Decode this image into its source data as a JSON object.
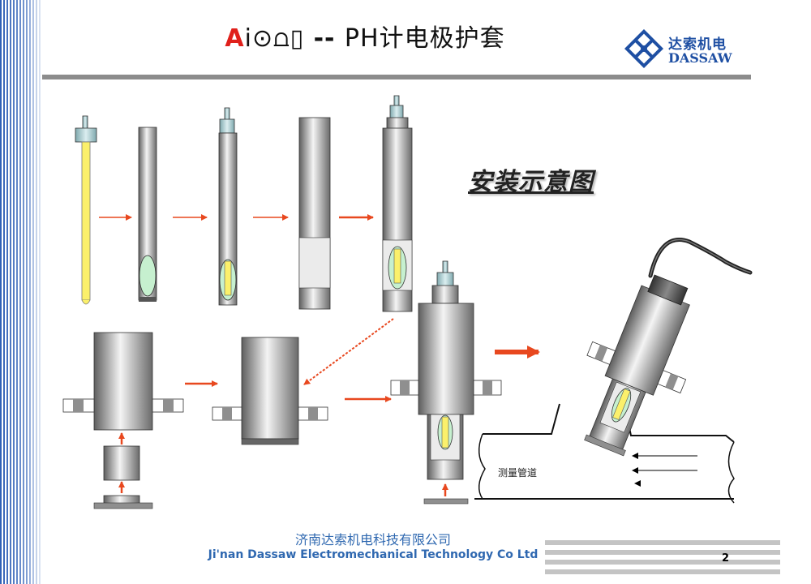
{
  "title": {
    "first_letter": "A",
    "rest": "i⊙⩍▯",
    "separator": " -- ",
    "main": "PH计电极护套"
  },
  "logo": {
    "cn": "达索机电",
    "en": "DASSAW"
  },
  "diagram": {
    "install_label": "安装示意图",
    "pipe_label": "测量管道"
  },
  "footer": {
    "company_cn": "济南达索机电科技有限公司",
    "company_en": "Ji'nan Dassaw Electromechanical Technology Co Ltd",
    "page_number": "2"
  },
  "colors": {
    "brand_blue": "#1e4fa3",
    "arrow_red": "#e8481f",
    "electrode_yellow": "#fbf06b",
    "bulb_green": "#c6f0cf",
    "metal_gray": "#8f8f8f"
  }
}
